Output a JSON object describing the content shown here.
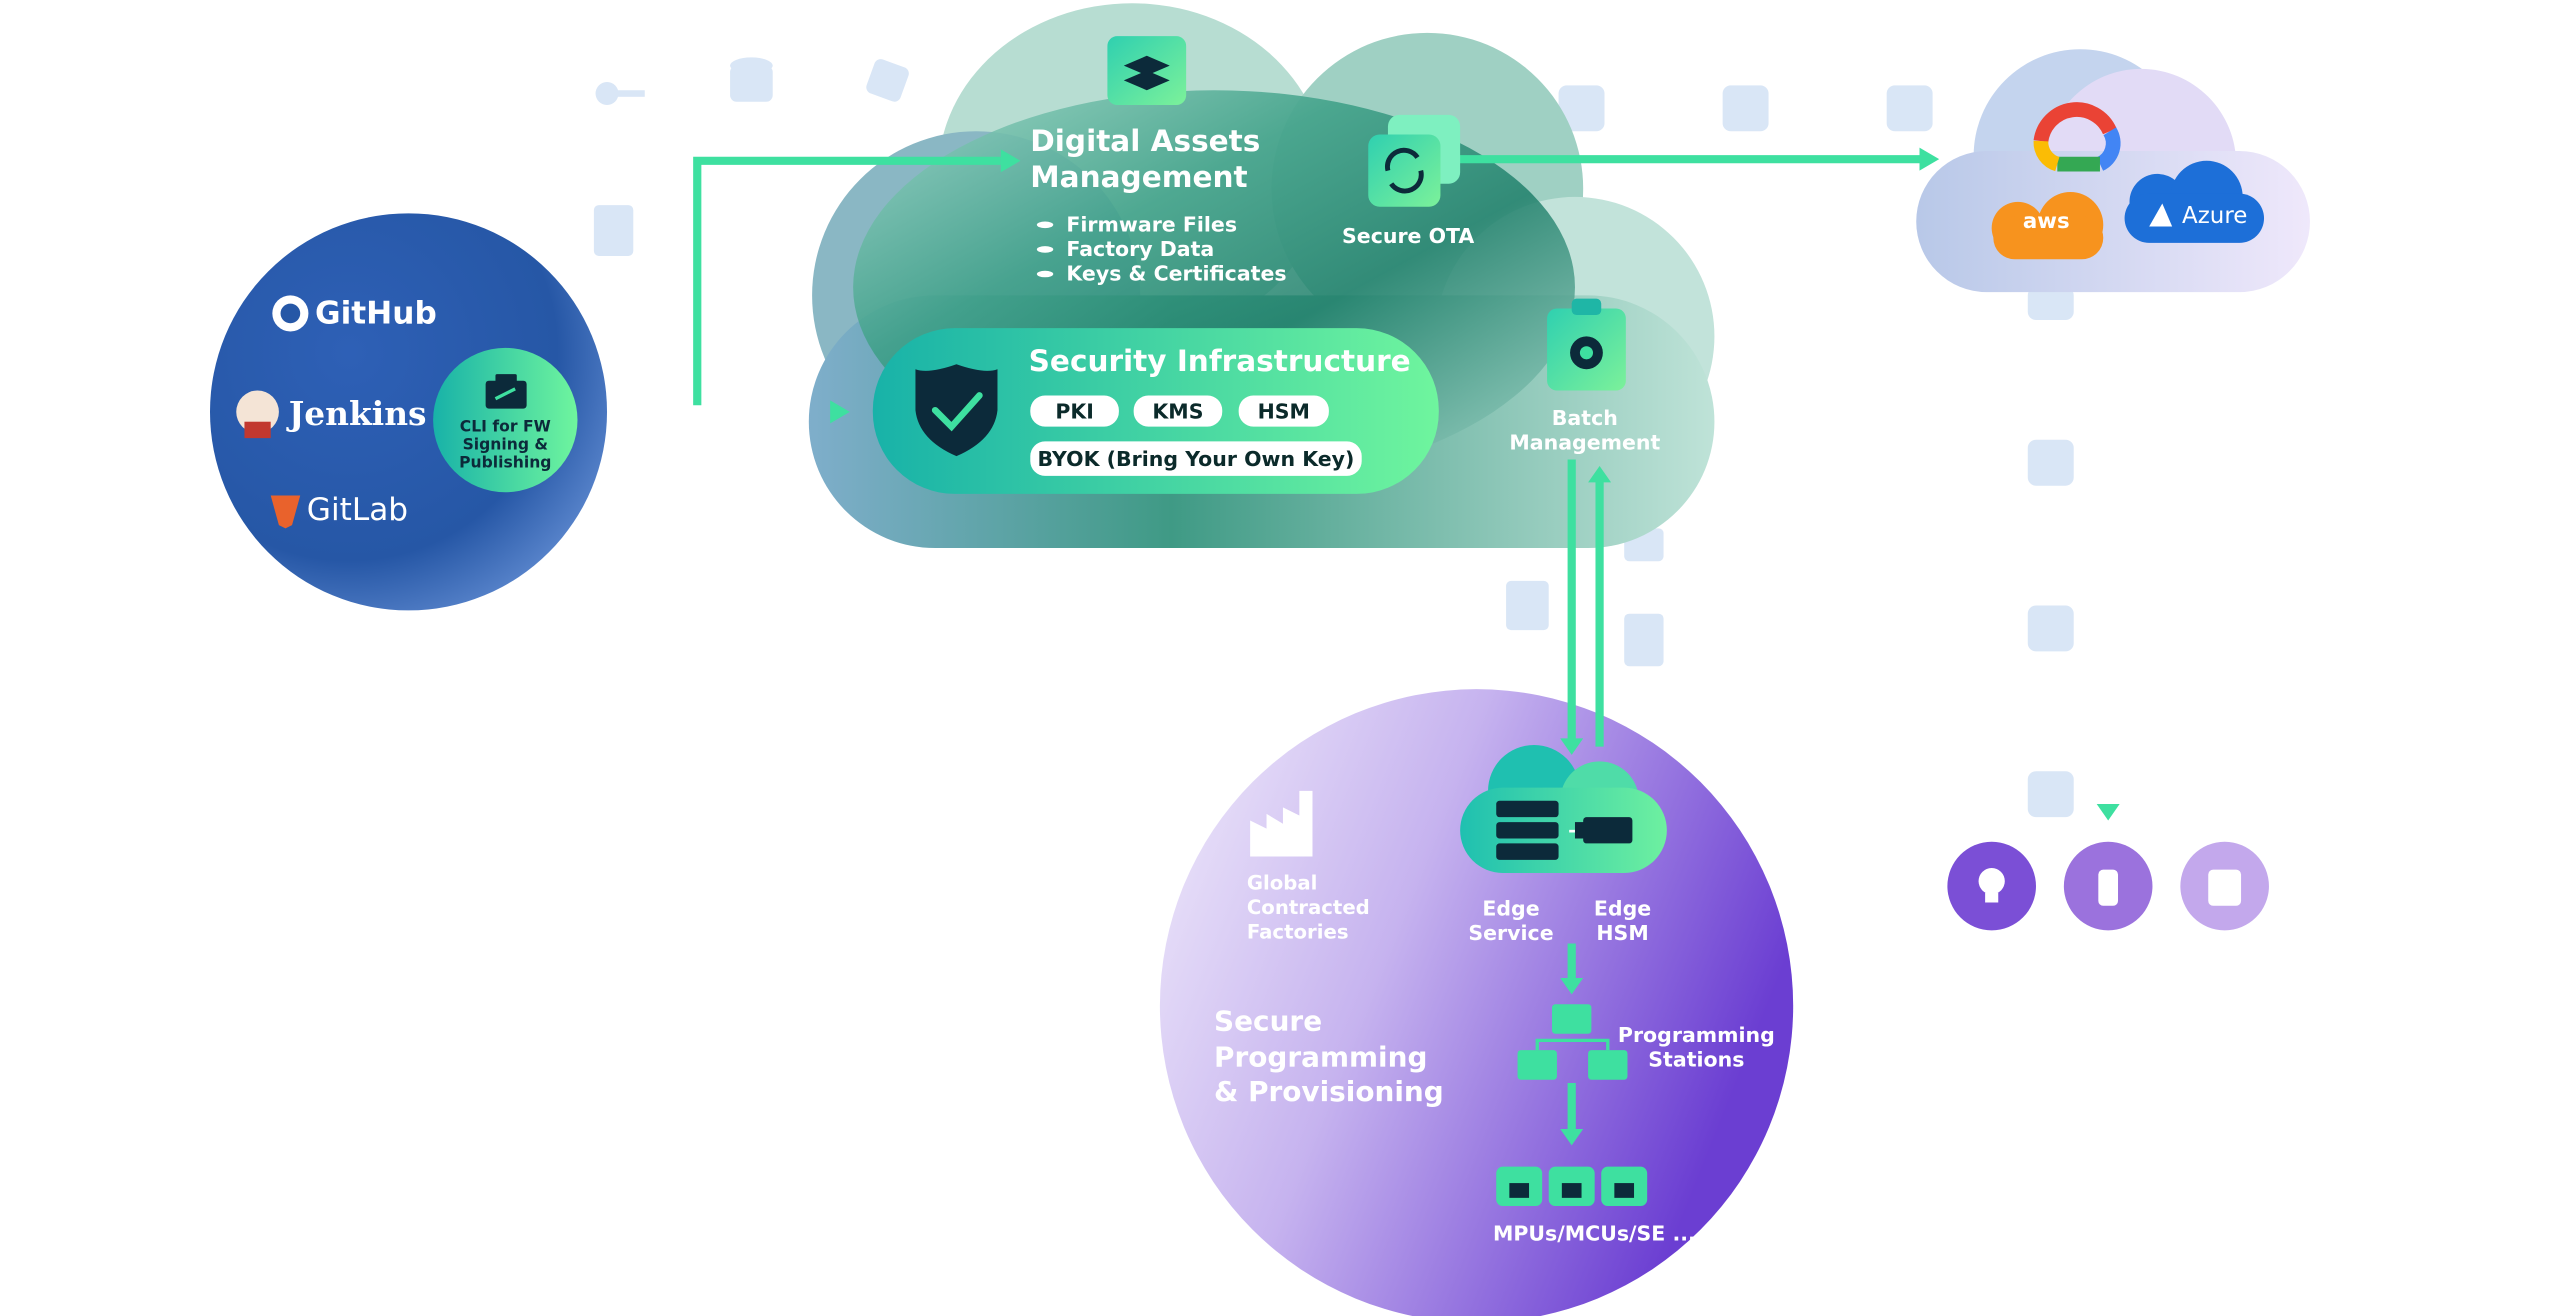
{
  "ci_cd": {
    "tools": [
      "GitHub",
      "Jenkins",
      "GitLab"
    ],
    "cli_label_1": "CLI for FW",
    "cli_label_2": "Signing &",
    "cli_label_3": "Publishing"
  },
  "cloud": {
    "dam_title_1": "Digital Assets",
    "dam_title_2": "Management",
    "dam_items": [
      "Firmware Files",
      "Factory Data",
      "Keys & Certificates"
    ],
    "secure_ota": "Secure OTA",
    "batch_1": "Batch",
    "batch_2": "Management",
    "security_title": "Security Infrastructure",
    "security_pills": [
      "PKI",
      "KMS",
      "HSM"
    ],
    "byok": "BYOK (Bring Your Own Key)"
  },
  "public_cloud": {
    "azure": "Azure",
    "aws": "aws"
  },
  "factory": {
    "global_1": "Global",
    "global_2": "Contracted",
    "global_3": "Factories",
    "edge_service_1": "Edge",
    "edge_service_2": "Service",
    "edge_hsm_1": "Edge",
    "edge_hsm_2": "HSM",
    "spp_1": "Secure",
    "spp_2": "Programming",
    "spp_3": "& Provisioning",
    "stations_1": "Programming",
    "stations_2": "Stations",
    "chips": "MPUs/MCUs/SE ..."
  },
  "colors": {
    "green": "#3ee0a0",
    "blue_circle": "#2a5eae",
    "teal": "#1fb6a6",
    "purple": "#7b4fd6"
  }
}
